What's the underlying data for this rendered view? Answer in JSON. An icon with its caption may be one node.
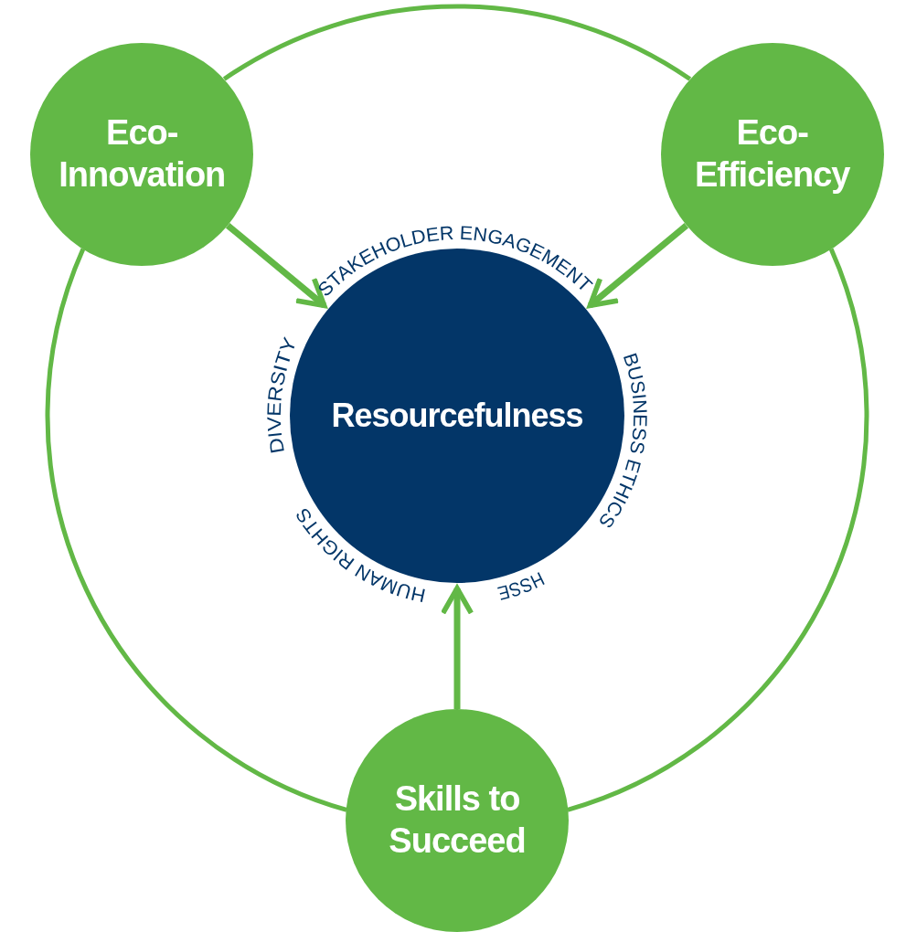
{
  "diagram": {
    "nodes": [
      {
        "text": [
          "Eco- Innovation"
        ]
      },
      {
        "text": [
          "Eco- Efficiency"
        ]
      },
      {
        "text": [
          "Resourcefulness"
        ]
      },
      {
        "text": [
          "Skills to Succeed"
        ]
      }
    ],
    "edges": [
      {
        "from": 0,
        "to": 2,
        "arrow": "to"
      },
      {
        "from": 1,
        "to": 2,
        "arrow": "to"
      },
      {
        "from": 3,
        "to": 2,
        "arrow": "to"
      },
      {
        "from": 0,
        "to": 1,
        "arrow": "none"
      },
      {
        "from": 1,
        "to": 3,
        "arrow": "none"
      },
      {
        "from": 3,
        "to": 0,
        "arrow": "none"
      }
    ],
    "labels": [
      "STAKEHOLDER ENGAGEMENT",
      "DIVERSITY",
      "BUSINESS ETHICS",
      "HUMAN RIGHTS",
      "HSSE"
    ]
  }
}
